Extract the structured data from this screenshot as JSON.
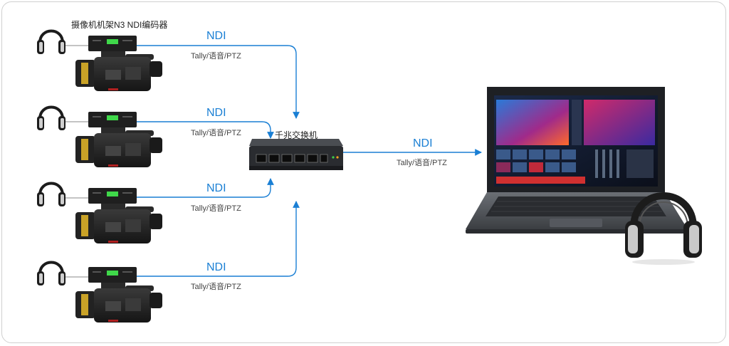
{
  "encoder_title": "摄像机机架N3 NDI编码器",
  "switch_label": "千兆交换机",
  "links": [
    {
      "protocol": "NDI",
      "signals": "Tally/语音/PTZ"
    },
    {
      "protocol": "NDI",
      "signals": "Tally/语音/PTZ"
    },
    {
      "protocol": "NDI",
      "signals": "Tally/语音/PTZ"
    },
    {
      "protocol": "NDI",
      "signals": "Tally/语音/PTZ"
    }
  ],
  "uplink": {
    "protocol": "NDI",
    "signals": "Tally/语音/PTZ"
  },
  "colors": {
    "line": "#1a7fd4",
    "text_blue": "#1a7fd4"
  },
  "icons": [
    "headphones-icon",
    "ndi-encoder-icon",
    "camcorder-icon",
    "network-switch-icon",
    "laptop-icon"
  ]
}
